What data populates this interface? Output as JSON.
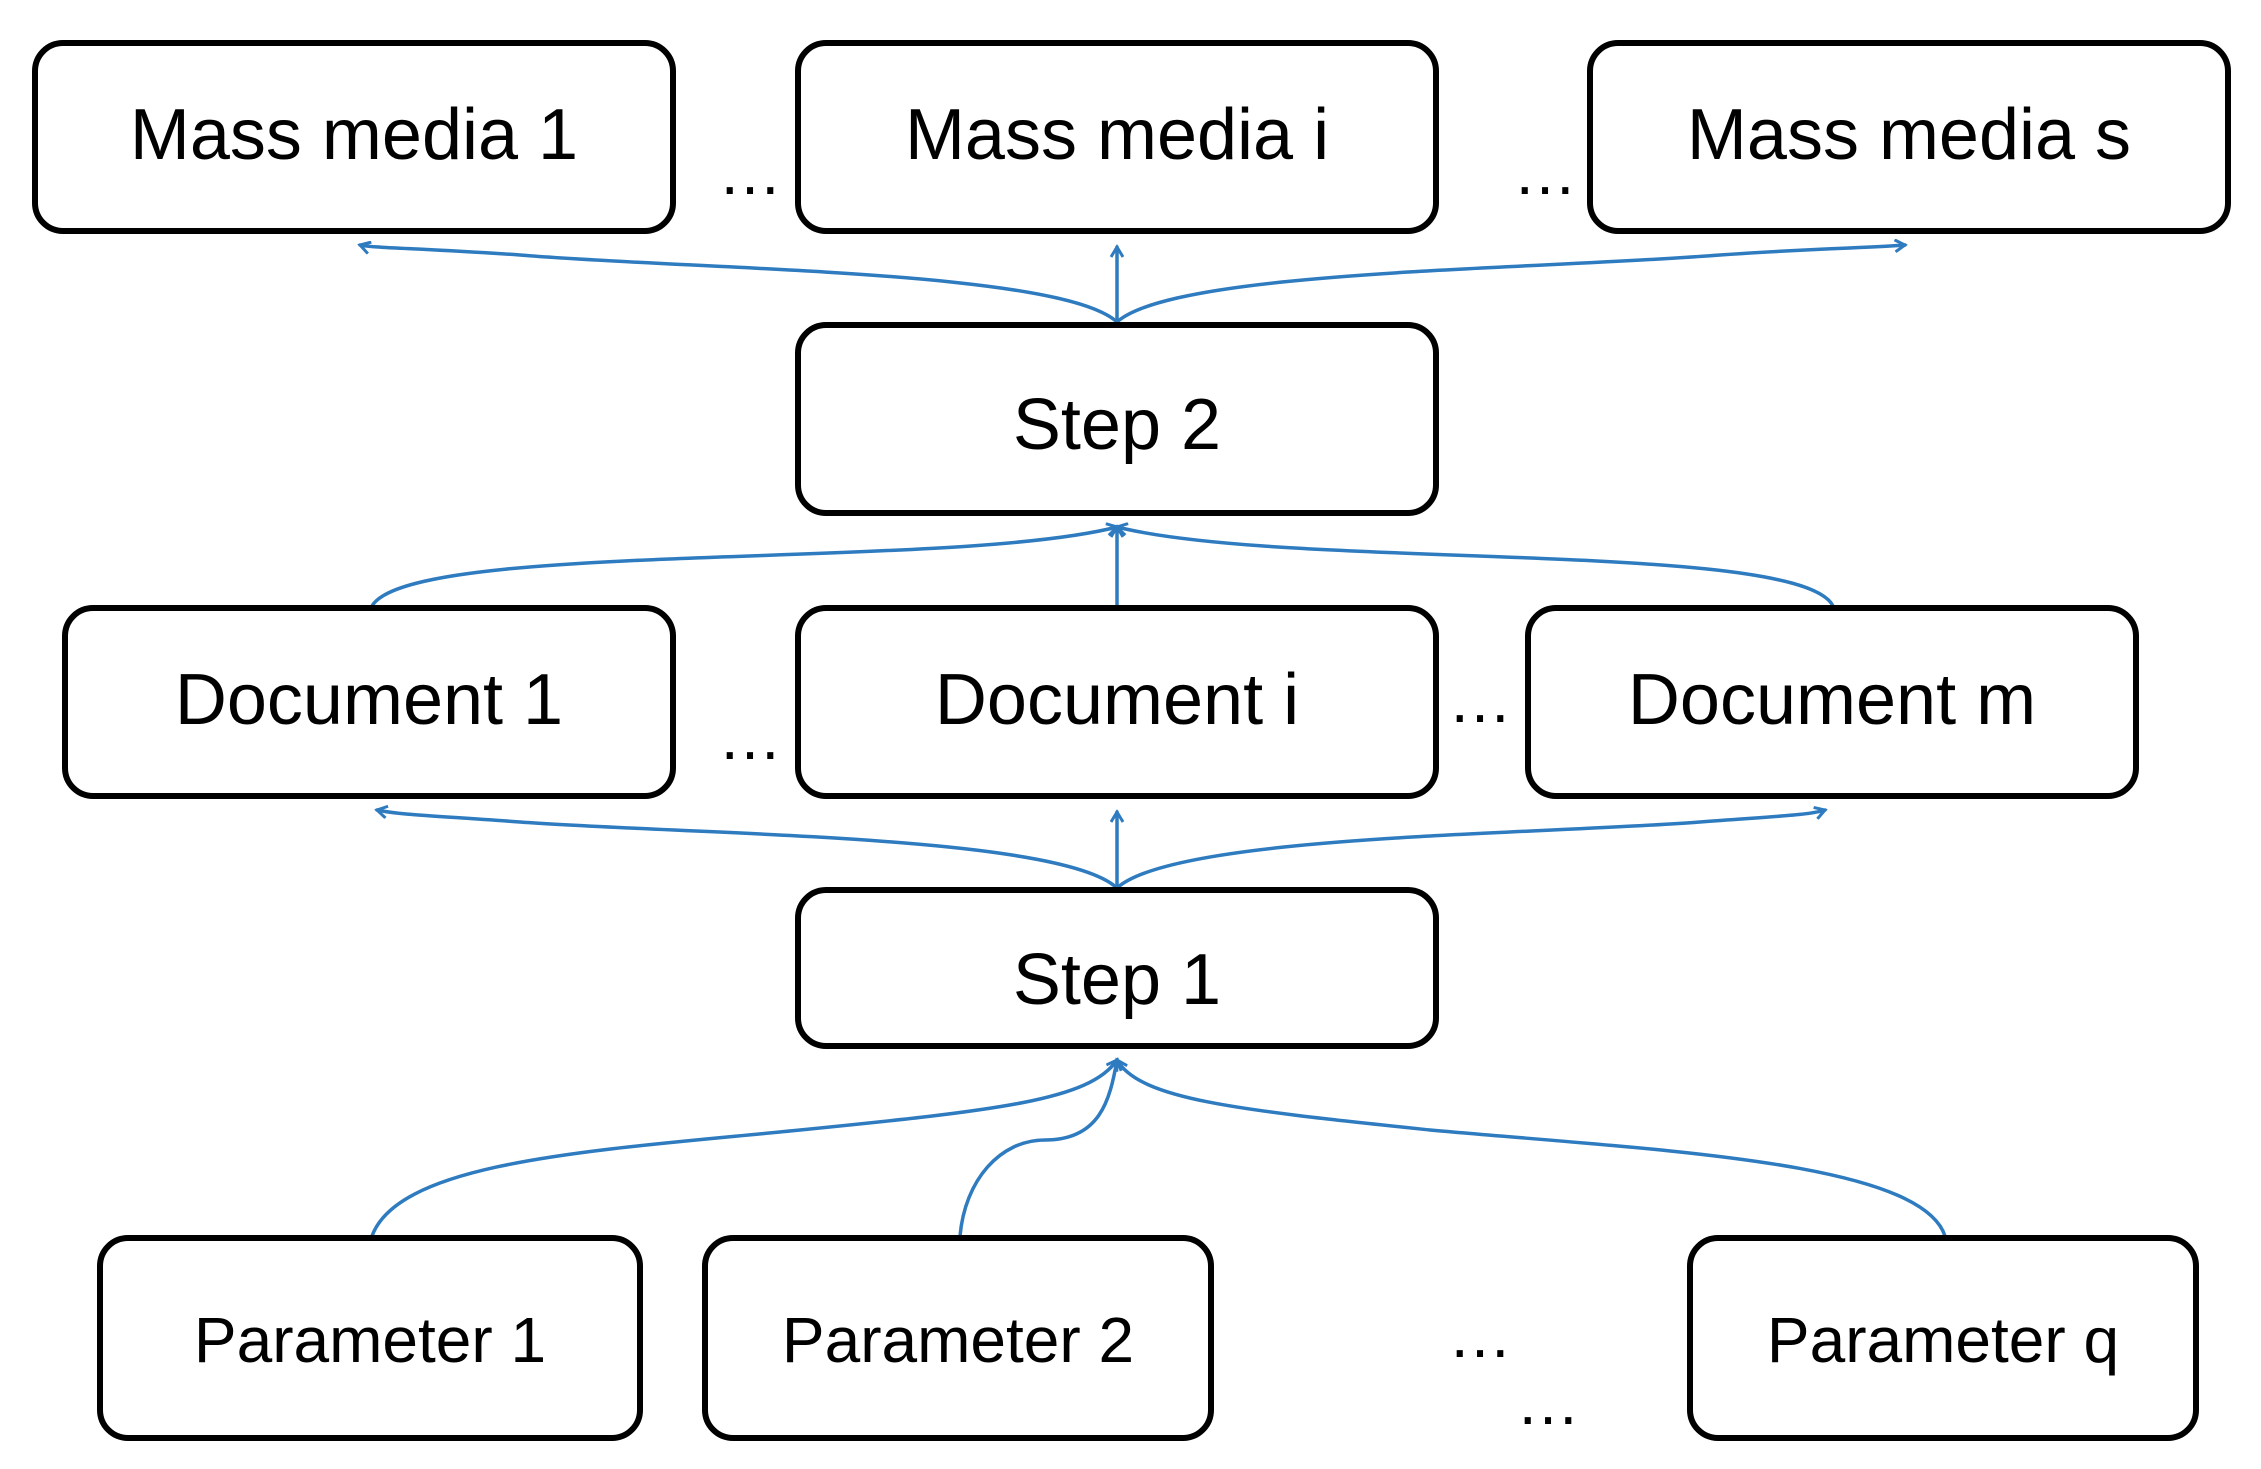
{
  "colors": {
    "box_border": "#000000",
    "box_fill": "#ffffff",
    "arrow": "#2e7bbf",
    "text": "#000000"
  },
  "mass_media": {
    "first": "Mass media 1",
    "middle": "Mass media i",
    "last": "Mass media s"
  },
  "steps": {
    "step2": "Step 2",
    "step1": "Step 1"
  },
  "documents": {
    "first": "Document 1",
    "middle": "Document  i",
    "last": "Document  m"
  },
  "parameters": {
    "p1": "Parameter 1",
    "p2": "Parameter 2",
    "pq": "Parameter q"
  },
  "ellipsis": "…"
}
